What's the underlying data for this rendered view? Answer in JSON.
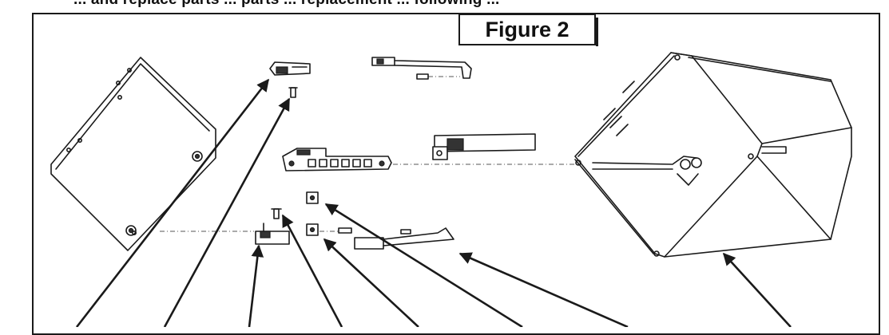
{
  "page": {
    "header_fragment": "... and replace parts ... parts ... replacement ... following ...",
    "figure_label": "Figure 2"
  },
  "diagram": {
    "parts": [
      "enclosure-side-panel",
      "upper-hinge-bracket",
      "upper-hinge-pin",
      "upper-latch-arm",
      "door-stop-bracket",
      "terminal-block-strip",
      "lower-hinge-pin",
      "lower-hinge-bracket",
      "square-nut-upper",
      "square-nut-lower",
      "lower-latch-arm",
      "cabinet-housing"
    ],
    "callout_count": 8
  },
  "colors": {
    "ink": "#1a1a1a",
    "background": "#ffffff"
  }
}
